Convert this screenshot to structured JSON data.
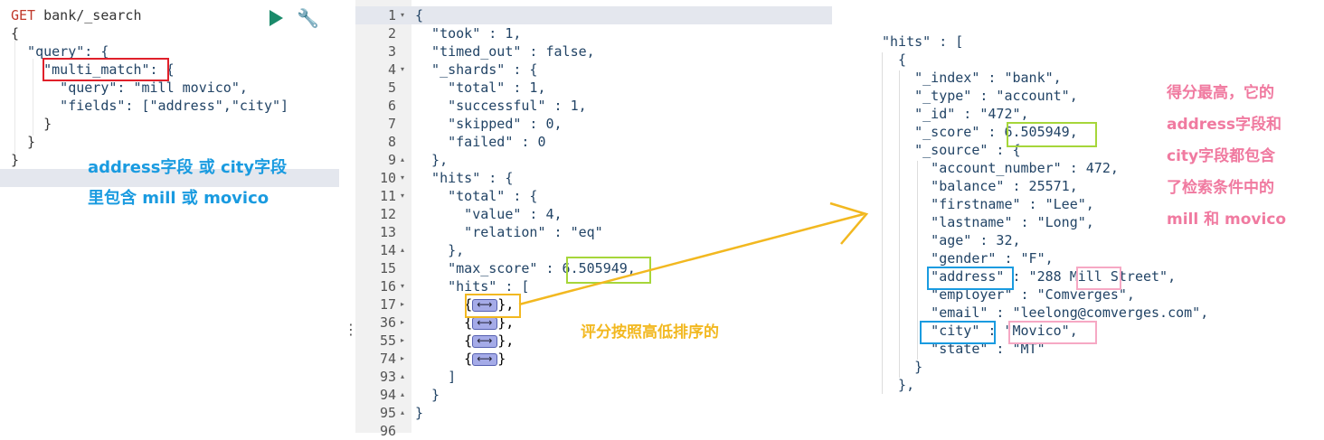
{
  "console": {
    "request_method": "GET",
    "request_path": "bank/_search",
    "lines": [
      "{",
      "  \"query\": {",
      "    \"multi_match\": {",
      "      \"query\": \"mill movico\",",
      "      \"fields\": [\"address\",\"city\"]",
      "    }",
      "  }",
      "}"
    ],
    "annotation_line1": "address字段 或 city字段",
    "annotation_line2": "里包含 mill 或 movico",
    "run_icon": "play-icon",
    "settings_icon": "wrench-icon"
  },
  "divider": {
    "handle": "⋮"
  },
  "response": {
    "line_numbers": [
      "1",
      "2",
      "3",
      "4",
      "5",
      "6",
      "7",
      "8",
      "9",
      "10",
      "11",
      "12",
      "13",
      "14",
      "15",
      "16",
      "17",
      "36",
      "55",
      "74",
      "93",
      "94",
      "95",
      "96"
    ],
    "lines": [
      "{",
      "  \"took\" : 1,",
      "  \"timed_out\" : false,",
      "  \"_shards\" : {",
      "    \"total\" : 1,",
      "    \"successful\" : 1,",
      "    \"skipped\" : 0,",
      "    \"failed\" : 0",
      "  },",
      "  \"hits\" : {",
      "    \"total\" : {",
      "      \"value\" : 4,",
      "      \"relation\" : \"eq\"",
      "    },",
      "    \"max_score\" : 6.505949,",
      "    \"hits\" : [",
      "      {},",
      "      {},",
      "      {},",
      "      {}",
      "    ]",
      "  }",
      "}",
      ""
    ],
    "annotation": "评分按照高低排序的"
  },
  "document": {
    "lines": [
      "\"hits\" : [",
      "  {",
      "    \"_index\" : \"bank\",",
      "    \"_type\" : \"account\",",
      "    \"_id\" : \"472\",",
      "    \"_score\" : 6.505949,",
      "    \"_source\" : {",
      "      \"account_number\" : 472,",
      "      \"balance\" : 25571,",
      "      \"firstname\" : \"Lee\",",
      "      \"lastname\" : \"Long\",",
      "      \"age\" : 32,",
      "      \"gender\" : \"F\",",
      "      \"address\" : \"288 Mill Street\",",
      "      \"employer\" : \"Comverges\",",
      "      \"email\" : \"leelong@comverges.com\",",
      "      \"city\" : \"Movico\",",
      "      \"state\" : \"MT\"",
      "    }",
      "  },"
    ],
    "annotation_lines": [
      "得分最高，它的",
      "address字段和",
      "city字段都包含",
      "了检索条件中的",
      "mill 和 movico"
    ]
  },
  "colors": {
    "red_box": "#e0202a",
    "yellow": "#f2b820",
    "green_box": "#a6d63a",
    "blue_box": "#1a9be0",
    "pink_box": "#f6a8c4",
    "annotation_blue": "#1a9be0",
    "annotation_pink": "#f07aa0"
  }
}
